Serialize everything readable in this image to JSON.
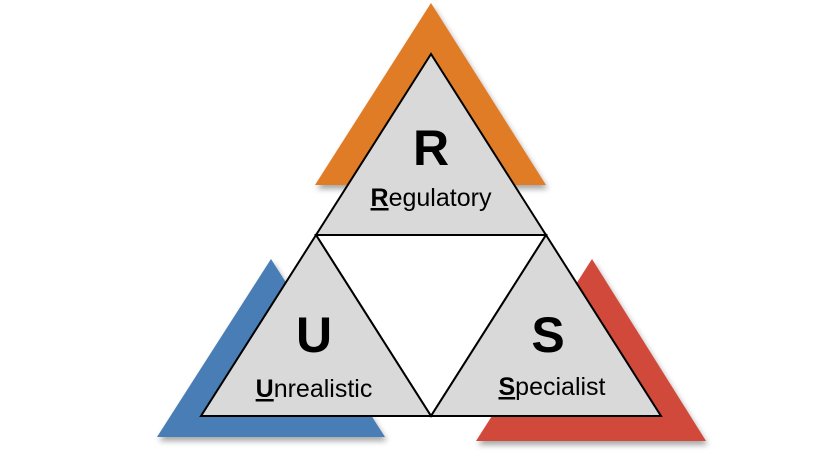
{
  "colors": {
    "top_accent": "#E07B27",
    "left_accent": "#4A7DB5",
    "right_accent": "#D1483A",
    "inner_fill": "#D9D9D9",
    "center_fill": "#FFFFFF",
    "outline": "#000000"
  },
  "nodes": {
    "regulatory": {
      "letter": "R",
      "word_initial": "R",
      "word_rest": "egulatory"
    },
    "unrealistic": {
      "letter": "U",
      "word_initial": "U",
      "word_rest": "nrealistic"
    },
    "specialist": {
      "letter": "S",
      "word_initial": "S",
      "word_rest": "pecialist"
    }
  }
}
